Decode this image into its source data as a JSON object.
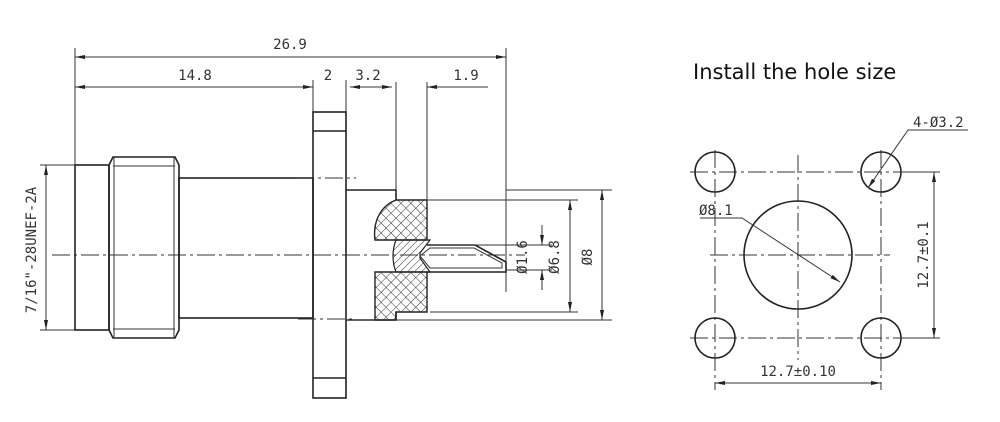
{
  "side_view": {
    "dims": {
      "overall_length": "26.9",
      "nut_length": "14.8",
      "flange_thickness": "2",
      "rear_body": "3.2",
      "pin_extension": "1.9",
      "thread_spec": "7/16\"-28UNEF-2A",
      "pin_diameter": "Ø1.6",
      "insulator_diameter": "Ø6.8",
      "body_diameter": "Ø8"
    }
  },
  "hole_pattern": {
    "title": "Install the hole size",
    "mount_holes": "4-Ø3.2",
    "center_hole": "Ø8.1",
    "vertical_spacing": "12.7±0.1",
    "horizontal_spacing": "12.7±0.10"
  }
}
